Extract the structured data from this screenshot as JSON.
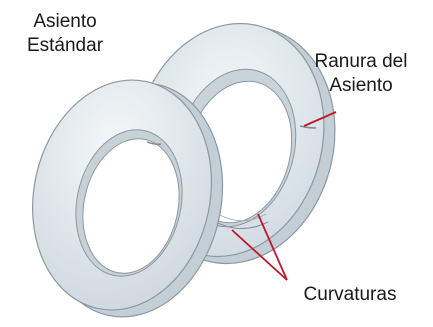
{
  "labels": {
    "standard_seat": [
      "Asiento",
      "Estándar"
    ],
    "seat_groove": [
      "Ranura del",
      "Asiento"
    ],
    "curvatures": "Curvaturas"
  },
  "colors": {
    "ring_face": "#e6edf1",
    "ring_face_shadow": "#c9d4db",
    "ring_side": "#c2ced6",
    "ring_outline": "#8c98a1",
    "pointer_line": "#c0162a",
    "text": "#1a1a1a"
  }
}
